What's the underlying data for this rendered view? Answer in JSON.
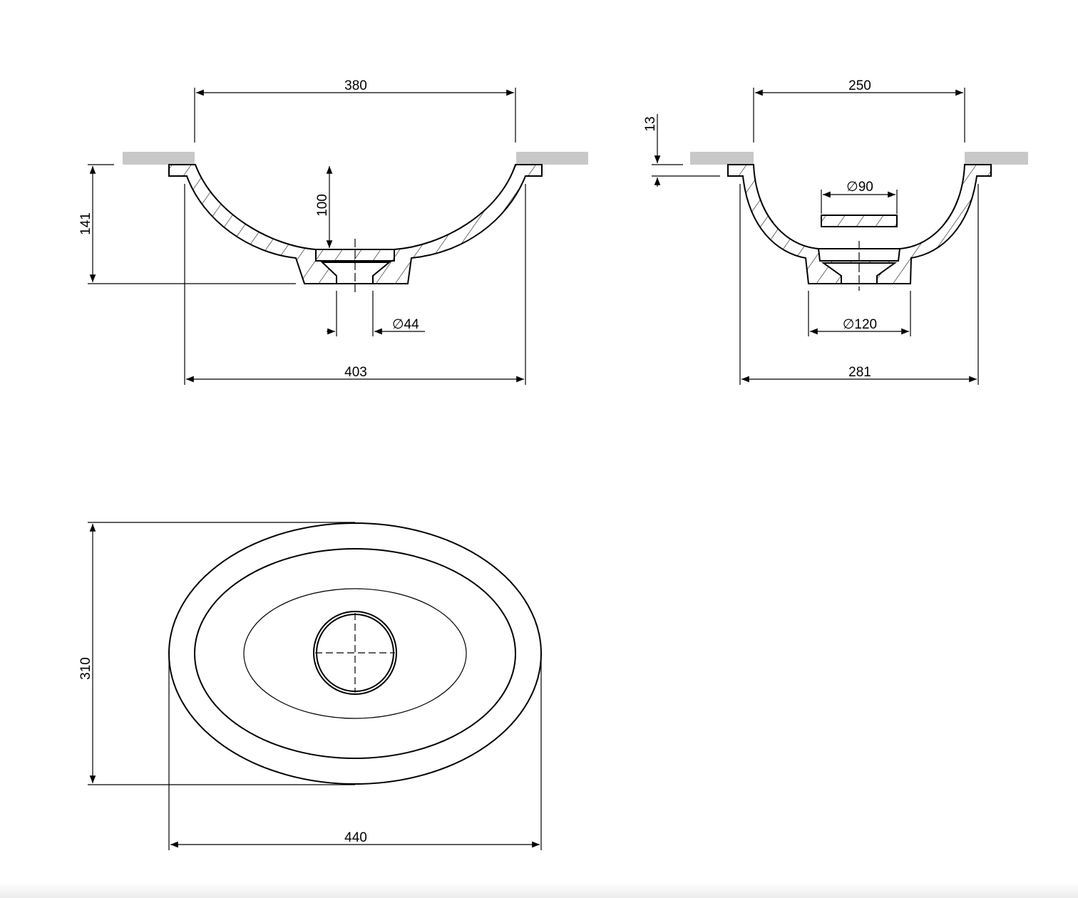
{
  "views": {
    "front_section": {
      "dims": {
        "top_width": "380",
        "depth": "100",
        "height": "141",
        "drain": "∅44",
        "outer_width": "403"
      }
    },
    "side_section": {
      "dims": {
        "top_width": "250",
        "flange": "13",
        "plug": "∅90",
        "base": "∅120",
        "outer_width": "281"
      }
    },
    "plan": {
      "dims": {
        "depth": "310",
        "width": "440"
      }
    }
  },
  "colors": {
    "countertop": "#c8c8c8",
    "line": "#000000"
  }
}
